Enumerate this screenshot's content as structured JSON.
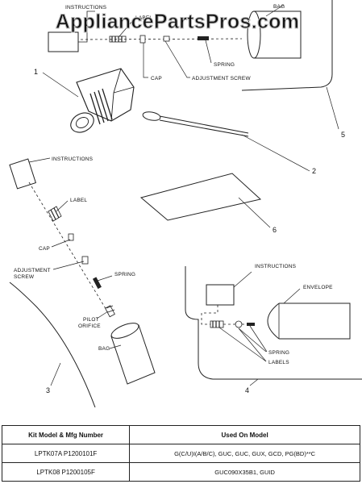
{
  "watermark": "AppliancePartsPros.com",
  "labels": {
    "instructions_top": "INSTRUCTIONS",
    "label_top": "LABEL",
    "bag_top": "BAG",
    "spring_top": "SPRING",
    "cap_top": "CAP",
    "adjustment_screw_top": "ADJUSTMENT SCREW",
    "instructions_left": "INSTRUCTIONS",
    "label_left": "LABEL",
    "cap_left": "CAP",
    "adjustment_left_1": "ADJUSTMENT",
    "adjustment_left_2": "SCREW",
    "spring_left": "SPRING",
    "pilot_1": "PILOT",
    "pilot_2": "ORIFICE",
    "bag_left": "BAG",
    "instructions_br": "INSTRUCTIONS",
    "envelope_br": "ENVELOPE",
    "spring_br": "SPRING",
    "labels_br": "LABELS"
  },
  "callouts": {
    "c1": "1",
    "c2": "2",
    "c3": "3",
    "c4": "4",
    "c5": "5",
    "c6": "6"
  },
  "table": {
    "headers": [
      "Kit Model & Mfg Number",
      "Used On Model"
    ],
    "rows": [
      [
        "LPTK07A P1200101F",
        "G(C/U)I(A/B/C), GUC, GUC, GUX, GCD, PG(BD)**C"
      ],
      [
        "LPTK08 P1200105F",
        "GUC090X35B1, GUID"
      ]
    ]
  }
}
